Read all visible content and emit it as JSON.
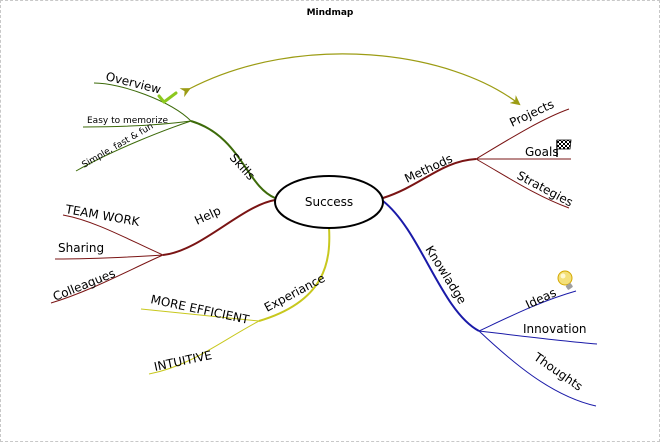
{
  "title": "Mindmap",
  "center": {
    "label": "Success"
  },
  "colors": {
    "skills": "#3d6b0a",
    "help": "#7a1414",
    "experience": "#c8c81e",
    "methods": "#7a1414",
    "knowledge": "#1a1aa8",
    "link": "#9c9c14",
    "check": "#8cc81e"
  },
  "branches": {
    "skills": {
      "label": "Skills",
      "children": {
        "overview": "Overview",
        "memorize": "Easy to memorize",
        "simple": "Simple, fast & fun"
      }
    },
    "help": {
      "label": "Help",
      "children": {
        "teamwork": "TEAM WORK",
        "sharing": "Sharing",
        "colleagues": "Colleagues"
      }
    },
    "experience": {
      "label": "Experiance",
      "children": {
        "efficient": "MORE EFFICIENT",
        "intuitive": "INTUITIVE"
      }
    },
    "methods": {
      "label": "Methods",
      "children": {
        "projects": "Projects",
        "goals": "Goals",
        "strategies": "Strategies"
      }
    },
    "knowledge": {
      "label": "Knowladge",
      "children": {
        "ideas": "Ideas",
        "innovation": "Innovation",
        "thoughts": "Thoughts"
      }
    }
  },
  "icons": {
    "check": "checkmark-icon",
    "flag": "checkered-flag-icon",
    "bulb": "lightbulb-icon"
  }
}
